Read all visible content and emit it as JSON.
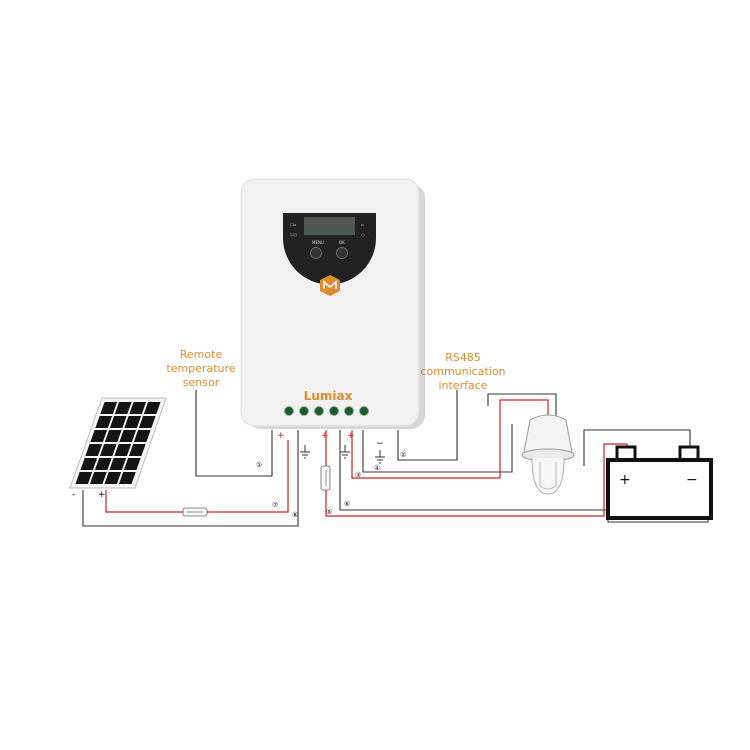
{
  "labels": {
    "temp_sensor": [
      "Remote",
      "temperature",
      "sensor"
    ],
    "rs485": [
      "RS485",
      "communication",
      "interface"
    ]
  },
  "controller": {
    "brand": "Lumiax",
    "lcd_left_top": "☐▫",
    "lcd_left_bottom": "☐○",
    "menu_label": "MENU",
    "ok_label": "OK",
    "led_count": 6
  },
  "terminals": {
    "numbers": [
      "①",
      "②",
      "③",
      "④",
      "⑤",
      "⑥",
      "⑦",
      "⑧"
    ]
  },
  "solar_panel": {
    "minus": "-",
    "plus": "+"
  },
  "battery": {
    "plus": "+",
    "minus": "−"
  },
  "colors": {
    "accent": "#e08a2e",
    "wire_black": "#333333",
    "wire_red": "#d21f1f",
    "panel_cell": "#141414",
    "controller_body": "#f1f1f1"
  }
}
